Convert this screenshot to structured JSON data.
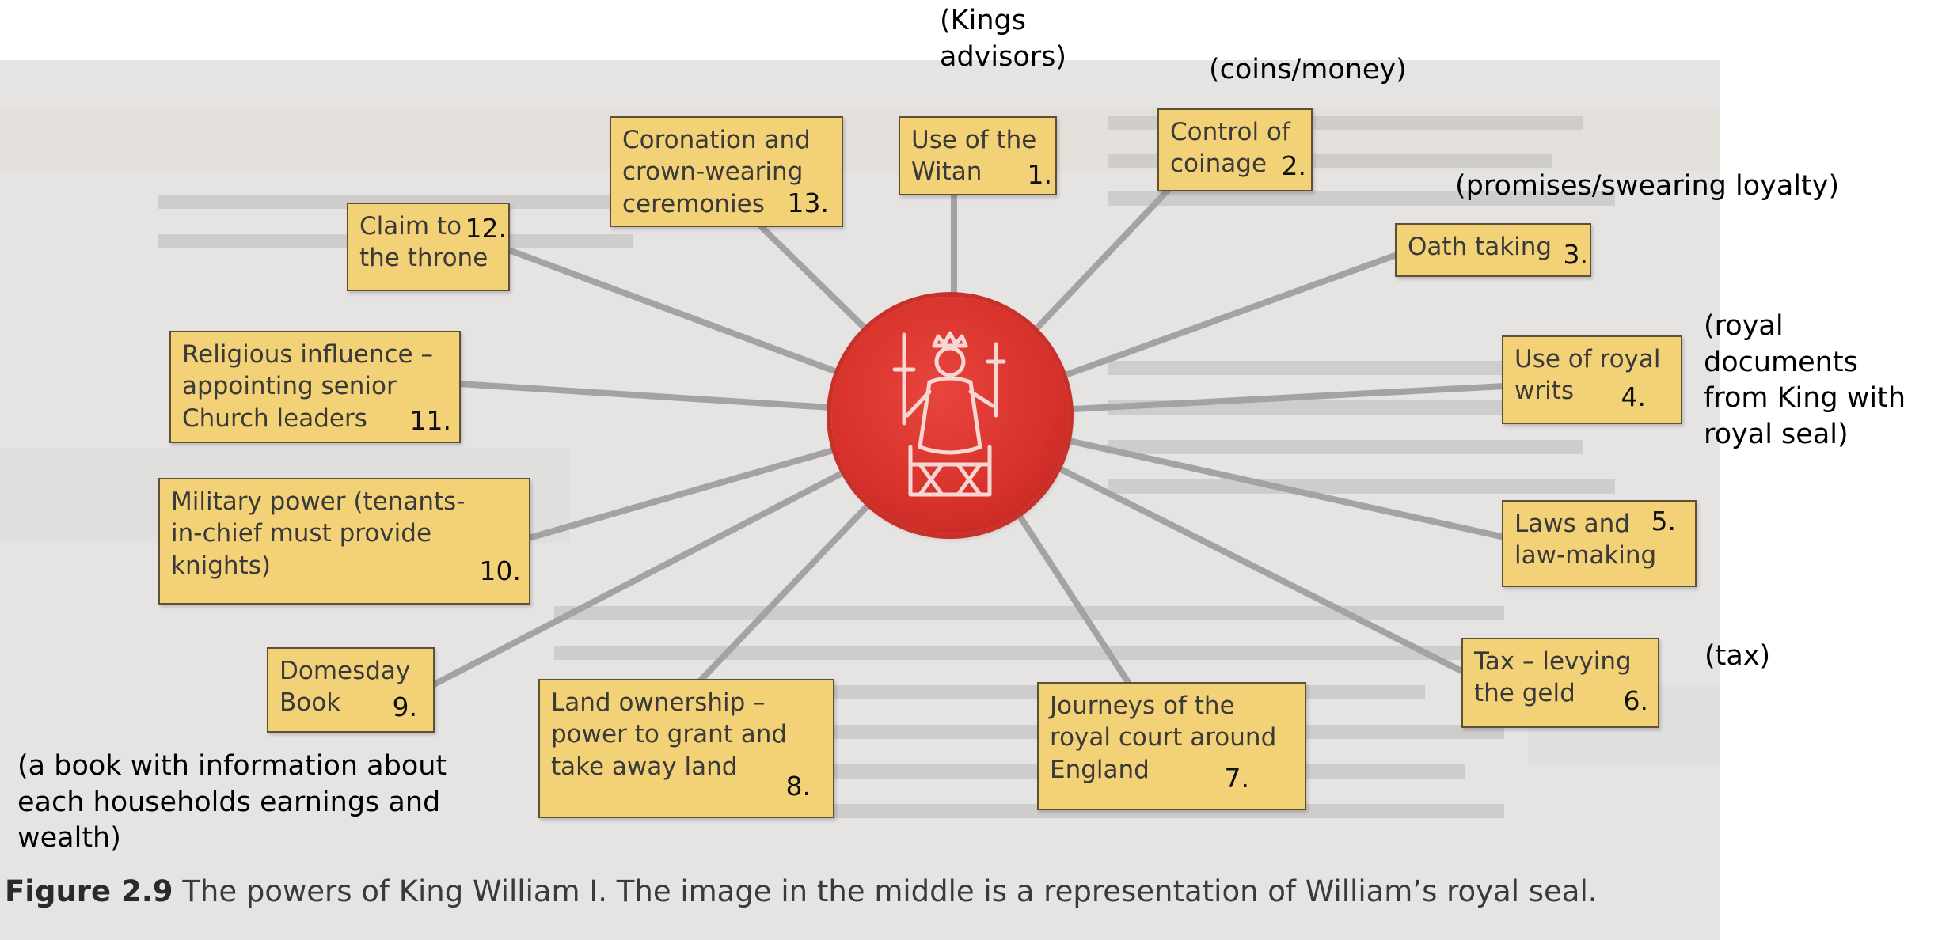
{
  "seal": {
    "icon": "royal-seal-icon"
  },
  "boxes": [
    {
      "label": "Use of the\nWitan",
      "number": "1."
    },
    {
      "label": "Control of\ncoinage",
      "number": "2."
    },
    {
      "label": "Oath taking",
      "number": "3."
    },
    {
      "label": "Use of royal\nwrits",
      "number": "4."
    },
    {
      "label": "Laws and\nlaw-making",
      "number": "5."
    },
    {
      "label": "Tax – levying\nthe geld",
      "number": "6."
    },
    {
      "label": "Journeys of the\nroyal court around\nEngland",
      "number": "7."
    },
    {
      "label": "Land ownership –\npower to grant and\ntake away land",
      "number": "8."
    },
    {
      "label": "Domesday\nBook",
      "number": "9."
    },
    {
      "label": "Military power (tenants-\nin-chief must provide\nknights)",
      "number": "10."
    },
    {
      "label": "Religious influence –\nappointing senior\nChurch leaders",
      "number": "11."
    },
    {
      "label": "Claim to\nthe throne",
      "number": "12."
    },
    {
      "label": "Coronation and\ncrown-wearing\nceremonies",
      "number": "13."
    }
  ],
  "notes": {
    "witan": "(Kings\nadvisors)",
    "coinage": "(coins/money)",
    "oath": "(promises/swearing loyalty)",
    "writs": "(royal documents\nfrom King with\nroyal seal)",
    "tax": "(tax)",
    "domesday": "(a book with information about\neach households earnings and\nwealth)"
  },
  "caption": {
    "label": "Figure 2.9",
    "text": " The powers of King William I. The image in the middle is a representation of William’s royal seal."
  },
  "colors": {
    "box_fill": "#f3d277",
    "seal_red": "#d6312b",
    "spoke_gray": "#a3a3a3"
  }
}
